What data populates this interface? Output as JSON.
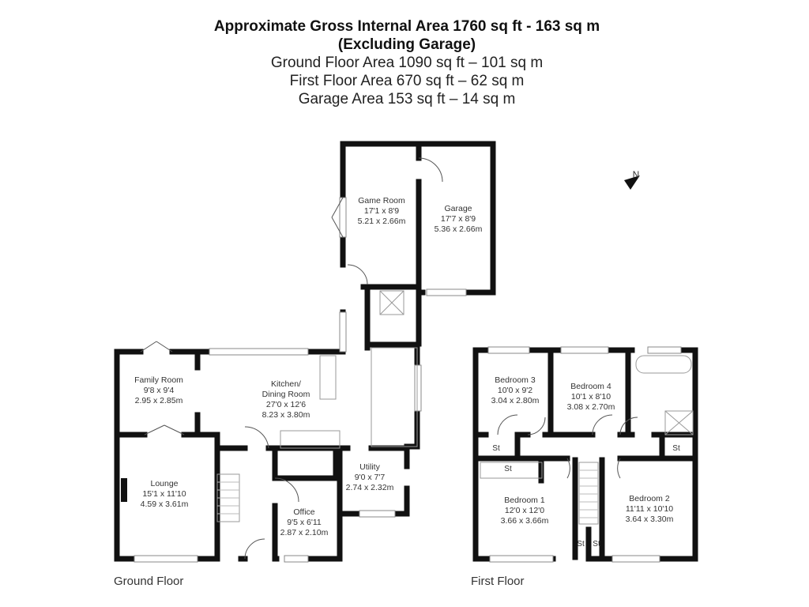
{
  "header": {
    "title_line1": "Approximate Gross Internal Area 1760 sq ft - 163 sq m",
    "title_line2": "(Excluding Garage)",
    "ground_floor_area": "Ground Floor Area 1090 sq ft – 101 sq m",
    "first_floor_area": "First Floor Area 670 sq ft – 62 sq m",
    "garage_area": "Garage Area 153 sq ft – 14 sq m"
  },
  "compass": {
    "label": "N",
    "icon": "north-arrow-icon"
  },
  "ground_floor": {
    "label": "Ground Floor",
    "rooms": [
      {
        "name": "Game Room",
        "imperial": "17'1 x 8'9",
        "metric": "5.21 x 2.66m"
      },
      {
        "name": "Garage",
        "imperial": "17'7 x 8'9",
        "metric": "5.36 x 2.66m"
      },
      {
        "name": "Family Room",
        "imperial": "9'8 x 9'4",
        "metric": "2.95 x 2.85m"
      },
      {
        "name": "Kitchen/",
        "name2": "Dining Room",
        "imperial": "27'0 x 12'6",
        "metric": "8.23 x 3.80m"
      },
      {
        "name": "Lounge",
        "imperial": "15'1 x 11'10",
        "metric": "4.59 x 3.61m"
      },
      {
        "name": "Office",
        "imperial": "9'5 x 6'11",
        "metric": "2.87 x 2.10m"
      },
      {
        "name": "Utility",
        "imperial": "9'0 x 7'7",
        "metric": "2.74 x 2.32m"
      }
    ]
  },
  "first_floor": {
    "label": "First Floor",
    "rooms": [
      {
        "name": "Bedroom 3",
        "imperial": "10'0 x 9'2",
        "metric": "3.04 x 2.80m"
      },
      {
        "name": "Bedroom 4",
        "imperial": "10'1 x 8'10",
        "metric": "3.08 x 2.70m"
      },
      {
        "name": "Bedroom 1",
        "imperial": "12'0 x 12'0",
        "metric": "3.66 x 3.66m"
      },
      {
        "name": "Bedroom 2",
        "imperial": "11'11 x 10'10",
        "metric": "3.64 x 3.30m"
      }
    ],
    "storage_label": "St"
  }
}
